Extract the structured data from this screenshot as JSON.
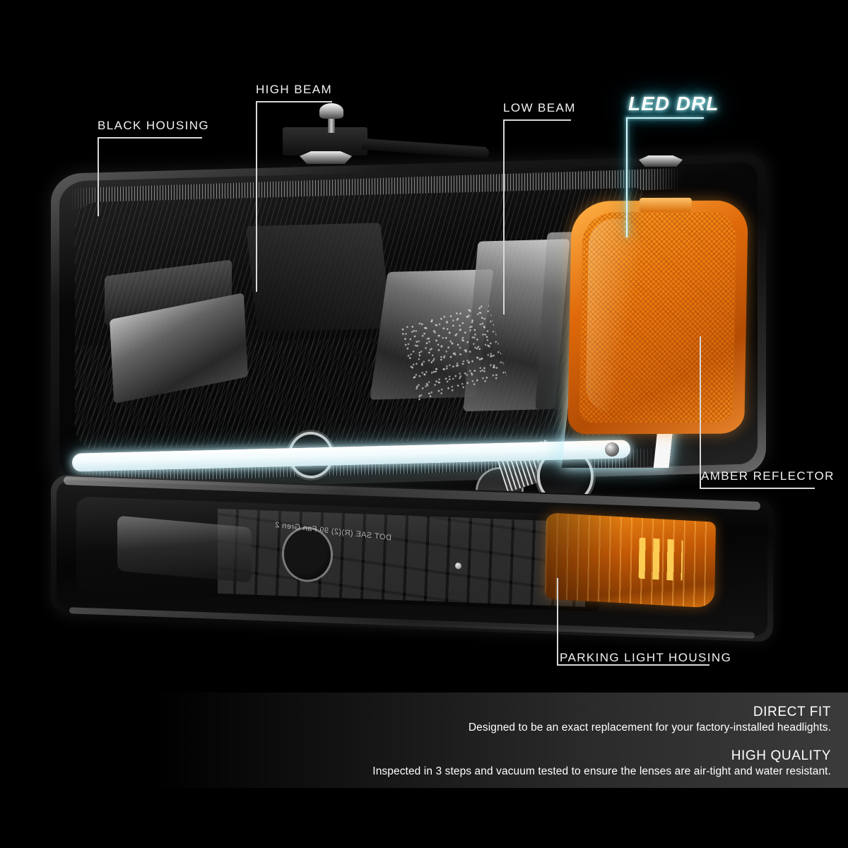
{
  "product": {
    "type": "headlight-assembly",
    "components": [
      {
        "id": "black-housing",
        "label": "BLACK HOUSING"
      },
      {
        "id": "high-beam",
        "label": "HIGH BEAM"
      },
      {
        "id": "low-beam",
        "label": "LOW BEAM"
      },
      {
        "id": "led-drl",
        "label": "LED DRL"
      },
      {
        "id": "amber-reflector",
        "label": "AMBER REFLECTOR"
      },
      {
        "id": "parking-light-housing",
        "label": "PARKING LIGHT HOUSING"
      }
    ],
    "lens_marking": "DOT SAE (R)(2) 99 Fan Gren 2"
  },
  "promos": [
    {
      "heading": "DIRECT FIT",
      "body": "Designed to be an exact replacement for your factory-installed headlights."
    },
    {
      "heading": "HIGH QUALITY",
      "body": "Inspected in 3 steps and vacuum tested to ensure the lenses are air-tight and water resistant."
    }
  ],
  "colors": {
    "background": "#000000",
    "label_text": "#f2f2f2",
    "leader_line": "#d8d8d8",
    "drl_glow": "#69e7f5",
    "drl_text": "#ffffff",
    "amber": "#f07c10",
    "amber_dark": "#8f3f03",
    "promo_band_end": "#3b3b3b"
  }
}
